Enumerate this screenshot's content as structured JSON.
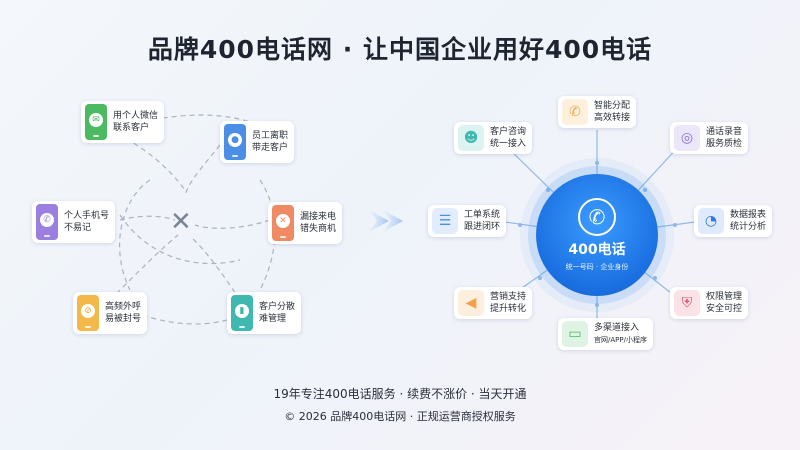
{
  "title": "品牌400电话网 · 让中国企业用好400电话",
  "left_cards": [
    {
      "line1": "用个人微信",
      "line2": "联系客户",
      "color": "#4cba61",
      "icon": "wechat-icon",
      "glyph": "✉"
    },
    {
      "line1": "员工离职",
      "line2": "带走客户",
      "color": "#4a8ee6",
      "icon": "user-icon",
      "glyph": "👤"
    },
    {
      "line1": "个人手机号",
      "line2": "不易记",
      "color": "#9a7fe0",
      "icon": "phone-call-icon",
      "glyph": "✆"
    },
    {
      "line1": "漏接来电",
      "line2": "错失商机",
      "color": "#f08a63",
      "icon": "missed-call-icon",
      "glyph": "✕"
    },
    {
      "line1": "高频外呼",
      "line2": "易被封号",
      "color": "#f2b84a",
      "icon": "block-icon",
      "glyph": "⊘"
    },
    {
      "line1": "客户分散",
      "line2": "难管理",
      "color": "#3fb8b0",
      "icon": "bar-chart-icon",
      "glyph": "▮"
    }
  ],
  "hub": {
    "main": "400电话",
    "sub": "统一号码 · 企业身份",
    "icon": "phone-handset-icon"
  },
  "right_cards": [
    {
      "line1": "智能分配",
      "line2": "高效转接",
      "color": "#f2a64a",
      "icon": "phone-ring-icon",
      "glyph": "✆"
    },
    {
      "line1": "客户咨询",
      "line2": "统一接入",
      "color": "#3fb8b0",
      "icon": "users-icon",
      "glyph": "👥"
    },
    {
      "line1": "通话录音",
      "line2": "服务质检",
      "color": "#8a6fdc",
      "icon": "headset-icon",
      "glyph": "🎧"
    },
    {
      "line1": "工单系统",
      "line2": "跟进闭环",
      "color": "#4a8ee6",
      "icon": "clipboard-icon",
      "glyph": "📋"
    },
    {
      "line1": "数据报表",
      "line2": "统计分析",
      "color": "#2d7ae0",
      "icon": "pie-chart-icon",
      "glyph": "◔"
    },
    {
      "line1": "营销支持",
      "line2": "提升转化",
      "color": "#f2a04a",
      "icon": "megaphone-icon",
      "glyph": "📣"
    },
    {
      "line1": "多渠道接入",
      "line2": "官网/APP/小程序",
      "color": "#4cba61",
      "icon": "monitor-icon",
      "glyph": "🖥"
    },
    {
      "line1": "权限管理",
      "line2": "安全可控",
      "color": "#e0566a",
      "icon": "shield-icon",
      "glyph": "🛡"
    }
  ],
  "footer": {
    "line1": "19年专注400电话服务 · 续费不涨价 · 当天开通",
    "line2": "© 2026 品牌400电话网 · 正规运营商授权服务"
  }
}
